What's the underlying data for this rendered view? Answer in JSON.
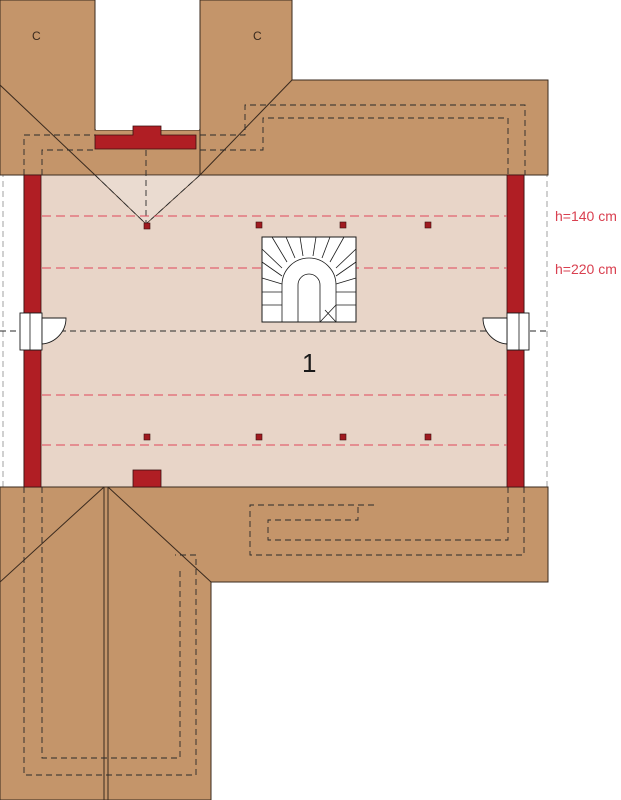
{
  "labels": {
    "height_upper": "h=140 cm",
    "height_lower": "h=220 cm",
    "room_number": "1",
    "chimney_left": "C",
    "chimney_right": "C"
  },
  "colors": {
    "roof": "#c4956a",
    "floor": "#e8d5c8",
    "wall": "#b01e24",
    "height_line": "#e0485a"
  }
}
